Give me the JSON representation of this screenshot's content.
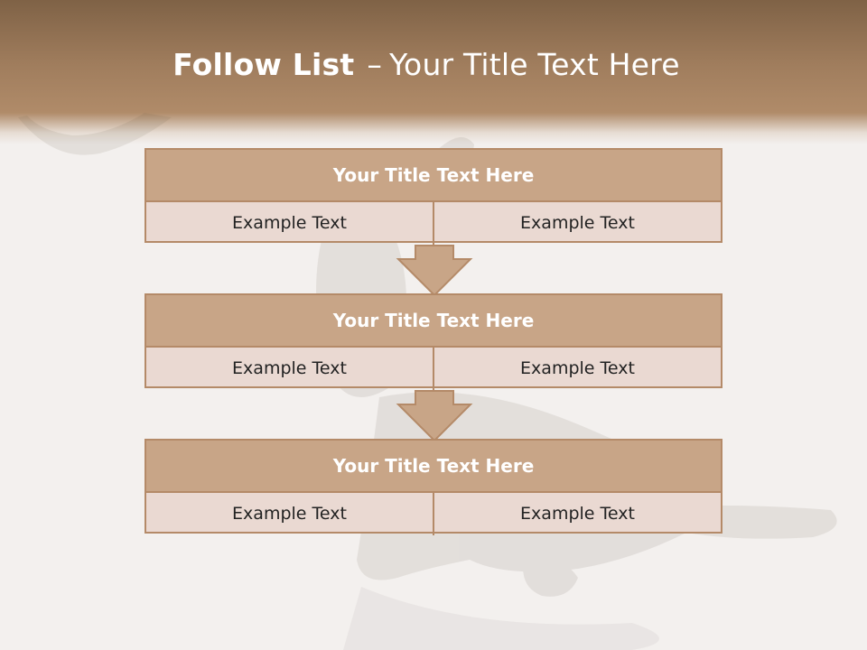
{
  "slide": {
    "title_bold": "Follow List",
    "title_dash": "–",
    "title_rest": "Your Title Text Here"
  },
  "colors": {
    "header": "#a07d5d",
    "box_title": "#c8a587",
    "box_body": "#ead9d2",
    "border": "#b48a68"
  },
  "steps": [
    {
      "title": "Your Title Text Here",
      "left": "Example Text",
      "right": "Example Text"
    },
    {
      "title": "Your Title Text Here",
      "left": "Example Text",
      "right": "Example Text"
    },
    {
      "title": "Your Title Text Here",
      "left": "Example Text",
      "right": "Example Text"
    }
  ],
  "connectors": [
    "down-arrow-icon",
    "down-arrow-icon"
  ]
}
